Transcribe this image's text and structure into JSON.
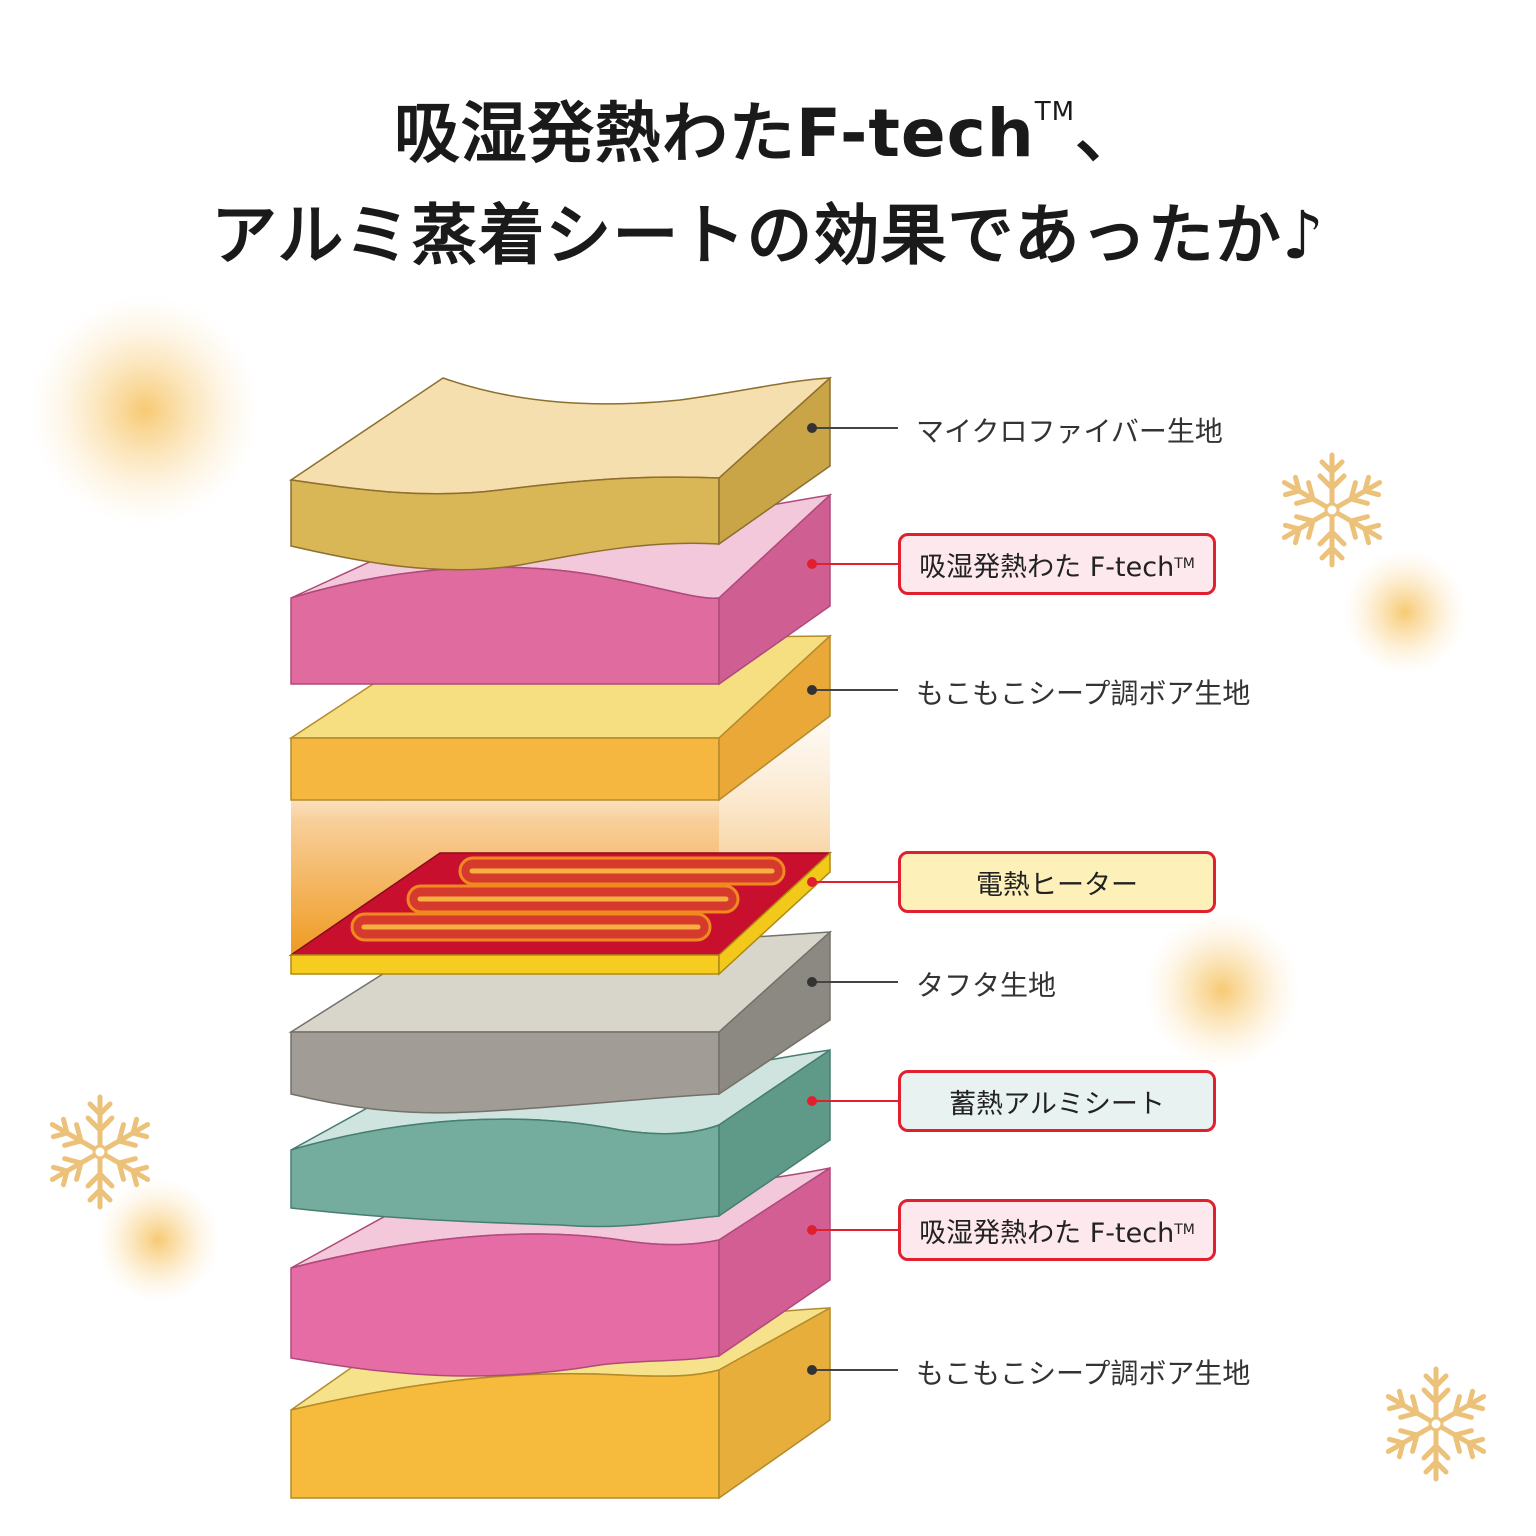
{
  "title": {
    "line1": "吸湿発熱わたF-tech",
    "line1_mark": "TM",
    "line1_end": "、",
    "line2": "アルミ蒸着シートの効果であったか♪"
  },
  "layers": [
    {
      "label": "マイクロファイバー生地",
      "boxed": false
    },
    {
      "label": "吸湿発熱わた F-tech",
      "mark": "TM",
      "boxed": true
    },
    {
      "label": "もこもこシープ調ボア生地",
      "boxed": false
    },
    {
      "label": "電熱ヒーター",
      "boxed": true
    },
    {
      "label": "タフタ生地",
      "boxed": false
    },
    {
      "label": "蓄熱アルミシート",
      "boxed": true
    },
    {
      "label": "吸湿発熱わた F-tech",
      "mark": "TM",
      "boxed": true
    },
    {
      "label": "もこもこシープ調ボア生地",
      "boxed": false
    }
  ],
  "colors": {
    "accent_red": "#e0202f",
    "microfiber": "#d9b656",
    "ftech_pink": "#e06b9f",
    "boa_yellow": "#f5b740",
    "heater_red": "#c8102e",
    "taffeta_gray": "#a19c95",
    "aluminum_teal": "#74ad9d"
  }
}
